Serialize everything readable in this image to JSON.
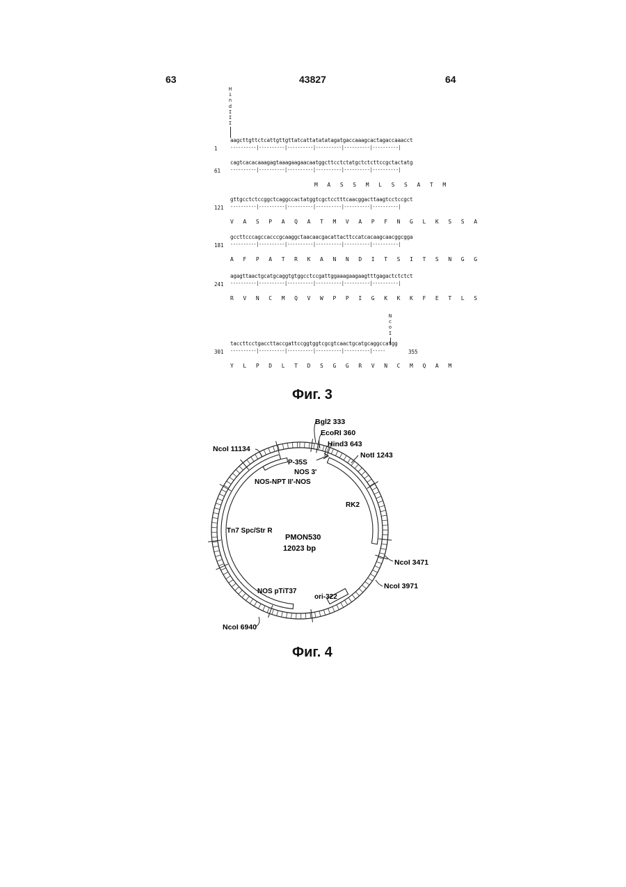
{
  "header": {
    "left_page": "63",
    "center_number": "43827",
    "right_page": "64"
  },
  "fig3": {
    "hind_site_letters": [
      "H",
      "i",
      "n",
      "d",
      "I",
      "I",
      "I"
    ],
    "nco_site_letters": [
      "N",
      "c",
      "o",
      "I"
    ],
    "blocks": [
      {
        "number": "1",
        "sequence": "aagcttgttctcattgttgttatcattatatatagatgaccaaagcactagaccaaacct",
        "ruler": "----------|----------|----------|----------|----------|----------|",
        "protein": ""
      },
      {
        "number": "61",
        "sequence": "cagtcacacaaagagtaaagaagaacaatggcttcctctatgctctcttccgctactatg",
        "ruler": "----------|----------|----------|----------|----------|----------|",
        "protein": "M A S S M L S S A T M"
      },
      {
        "number": "121",
        "sequence": "gttgcctctccggctcaggccactatggtcgctcctttcaacggacttaagtcctccgct",
        "ruler": "----------|----------|----------|----------|----------|----------|",
        "protein": "V A S P A Q A T M V A P F N G L K S S A"
      },
      {
        "number": "181",
        "sequence": "gccttcccagccacccgcaaggctaacaacgacattacttccatcacaagcaacggcgga",
        "ruler": "----------|----------|----------|----------|----------|----------|",
        "protein": "A F P A T R K A N N D I T S I T S N G G"
      },
      {
        "number": "241",
        "sequence": "agagttaactgcatgcaggtgtggcctccgattggaaagaagaagtttgagactctctct",
        "ruler": "----------|----------|----------|----------|----------|----------|",
        "protein": "R V N C M Q V W P P I G K K K F E T L S"
      },
      {
        "number": "301",
        "sequence": "taccttcctgaccttaccgattccggtggtcgcgtcaactgcatgcaggccatgg",
        "ruler": "----------|----------|----------|----------|----------|-----",
        "end_number": "355",
        "protein": "Y L P D L T D S G G R V N C M Q A M"
      }
    ],
    "caption": "Фиг. 3"
  },
  "fig4": {
    "plasmid_name": "PMON530",
    "plasmid_size": "12023 bp",
    "labels": {
      "bgl2": "Bgl2  333",
      "ecori": "EcoRI  360",
      "hind3": "Hind3  643",
      "noti": "NotI  1243",
      "nco_11134": "NcoI  11134",
      "p35s": "P-35S",
      "nos3": "NOS 3'",
      "nos_npt": "NOS-NPT II'-NOS",
      "rk2": "RK2",
      "tn7": "Tn7 Spc/Str R",
      "nco_3471": "NcoI  3471",
      "nco_3971": "NcoI  3971",
      "nos_ptit": "NOS pTiT37",
      "ori": "ori-322",
      "nco_6940": "NcoI  6940"
    },
    "caption": "Фиг. 4"
  }
}
